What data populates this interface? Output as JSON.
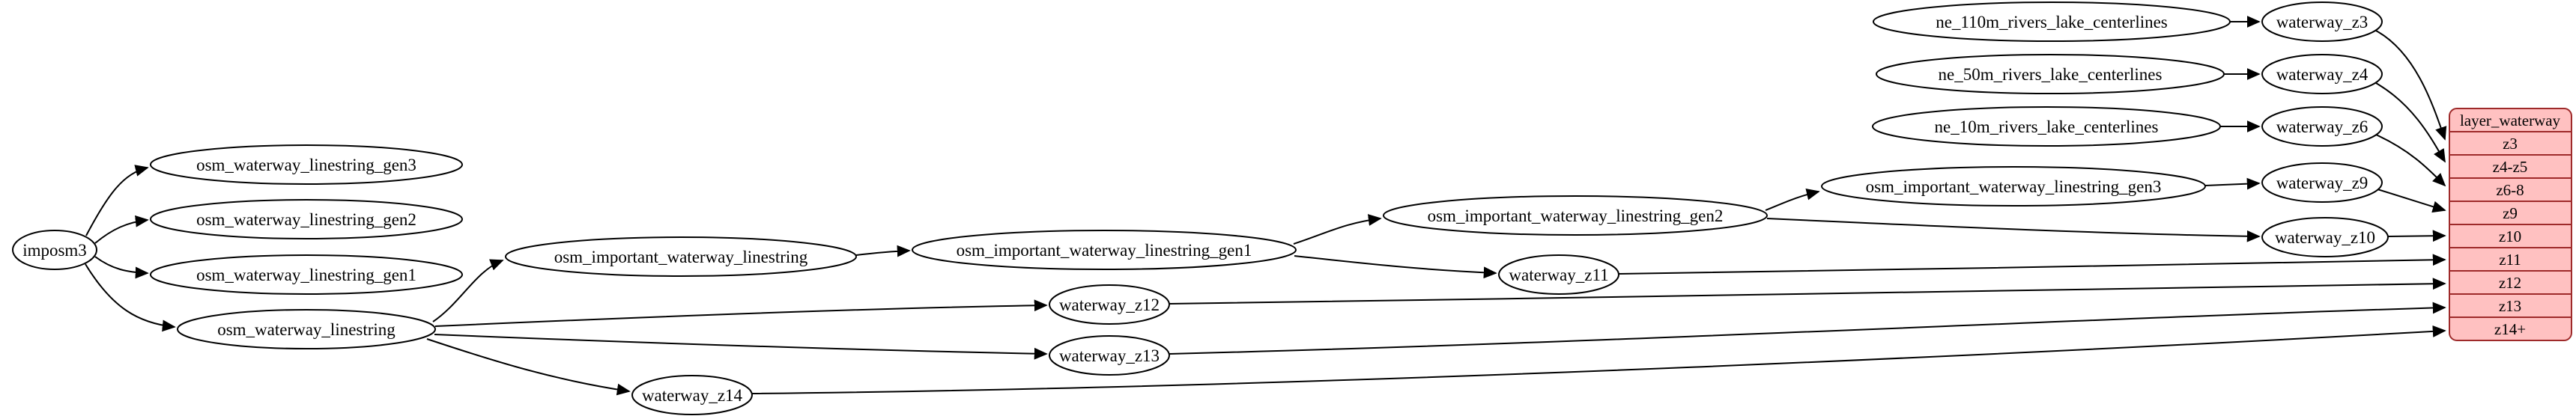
{
  "record": {
    "title": "layer_waterway",
    "rows": [
      "z3",
      "z4-z5",
      "z6-8",
      "z9",
      "z10",
      "z11",
      "z12",
      "z13",
      "z14+"
    ]
  },
  "nodes": {
    "imposm3": "imposm3",
    "osm_waterway_linestring_gen3": "osm_waterway_linestring_gen3",
    "osm_waterway_linestring_gen2": "osm_waterway_linestring_gen2",
    "osm_waterway_linestring_gen1": "osm_waterway_linestring_gen1",
    "osm_waterway_linestring": "osm_waterway_linestring",
    "osm_important_waterway_linestring": "osm_important_waterway_linestring",
    "osm_important_waterway_linestring_gen1": "osm_important_waterway_linestring_gen1",
    "osm_important_waterway_linestring_gen2": "osm_important_waterway_linestring_gen2",
    "osm_important_waterway_linestring_gen3": "osm_important_waterway_linestring_gen3",
    "ne_110m_rivers_lake_centerlines": "ne_110m_rivers_lake_centerlines",
    "ne_50m_rivers_lake_centerlines": "ne_50m_rivers_lake_centerlines",
    "ne_10m_rivers_lake_centerlines": "ne_10m_rivers_lake_centerlines",
    "waterway_z3": "waterway_z3",
    "waterway_z4": "waterway_z4",
    "waterway_z6": "waterway_z6",
    "waterway_z9": "waterway_z9",
    "waterway_z10": "waterway_z10",
    "waterway_z11": "waterway_z11",
    "waterway_z12": "waterway_z12",
    "waterway_z13": "waterway_z13",
    "waterway_z14": "waterway_z14"
  },
  "edges": [
    {
      "from": "imposm3",
      "to": "osm_waterway_linestring_gen3"
    },
    {
      "from": "imposm3",
      "to": "osm_waterway_linestring_gen2"
    },
    {
      "from": "imposm3",
      "to": "osm_waterway_linestring_gen1"
    },
    {
      "from": "imposm3",
      "to": "osm_waterway_linestring"
    },
    {
      "from": "osm_waterway_linestring",
      "to": "osm_important_waterway_linestring"
    },
    {
      "from": "osm_waterway_linestring",
      "to": "waterway_z12"
    },
    {
      "from": "osm_waterway_linestring",
      "to": "waterway_z13"
    },
    {
      "from": "osm_waterway_linestring",
      "to": "waterway_z14"
    },
    {
      "from": "osm_important_waterway_linestring",
      "to": "osm_important_waterway_linestring_gen1"
    },
    {
      "from": "osm_important_waterway_linestring_gen1",
      "to": "osm_important_waterway_linestring_gen2"
    },
    {
      "from": "osm_important_waterway_linestring_gen1",
      "to": "waterway_z11"
    },
    {
      "from": "osm_important_waterway_linestring_gen2",
      "to": "osm_important_waterway_linestring_gen3"
    },
    {
      "from": "osm_important_waterway_linestring_gen2",
      "to": "waterway_z10"
    },
    {
      "from": "osm_important_waterway_linestring_gen3",
      "to": "waterway_z9"
    },
    {
      "from": "ne_110m_rivers_lake_centerlines",
      "to": "waterway_z3"
    },
    {
      "from": "ne_50m_rivers_lake_centerlines",
      "to": "waterway_z4"
    },
    {
      "from": "ne_10m_rivers_lake_centerlines",
      "to": "waterway_z6"
    },
    {
      "from": "waterway_z3",
      "to": "layer_waterway:z3"
    },
    {
      "from": "waterway_z4",
      "to": "layer_waterway:z4-z5"
    },
    {
      "from": "waterway_z6",
      "to": "layer_waterway:z6-8"
    },
    {
      "from": "waterway_z9",
      "to": "layer_waterway:z9"
    },
    {
      "from": "waterway_z10",
      "to": "layer_waterway:z10"
    },
    {
      "from": "waterway_z11",
      "to": "layer_waterway:z11"
    },
    {
      "from": "waterway_z12",
      "to": "layer_waterway:z12"
    },
    {
      "from": "waterway_z13",
      "to": "layer_waterway:z13"
    },
    {
      "from": "waterway_z14",
      "to": "layer_waterway:z14+"
    }
  ],
  "colors": {
    "node_fill": "#ffffff",
    "node_stroke": "#000000",
    "edge": "#000000",
    "layer_fill": "#ffc1c1",
    "layer_stroke": "#9e2a2a"
  }
}
